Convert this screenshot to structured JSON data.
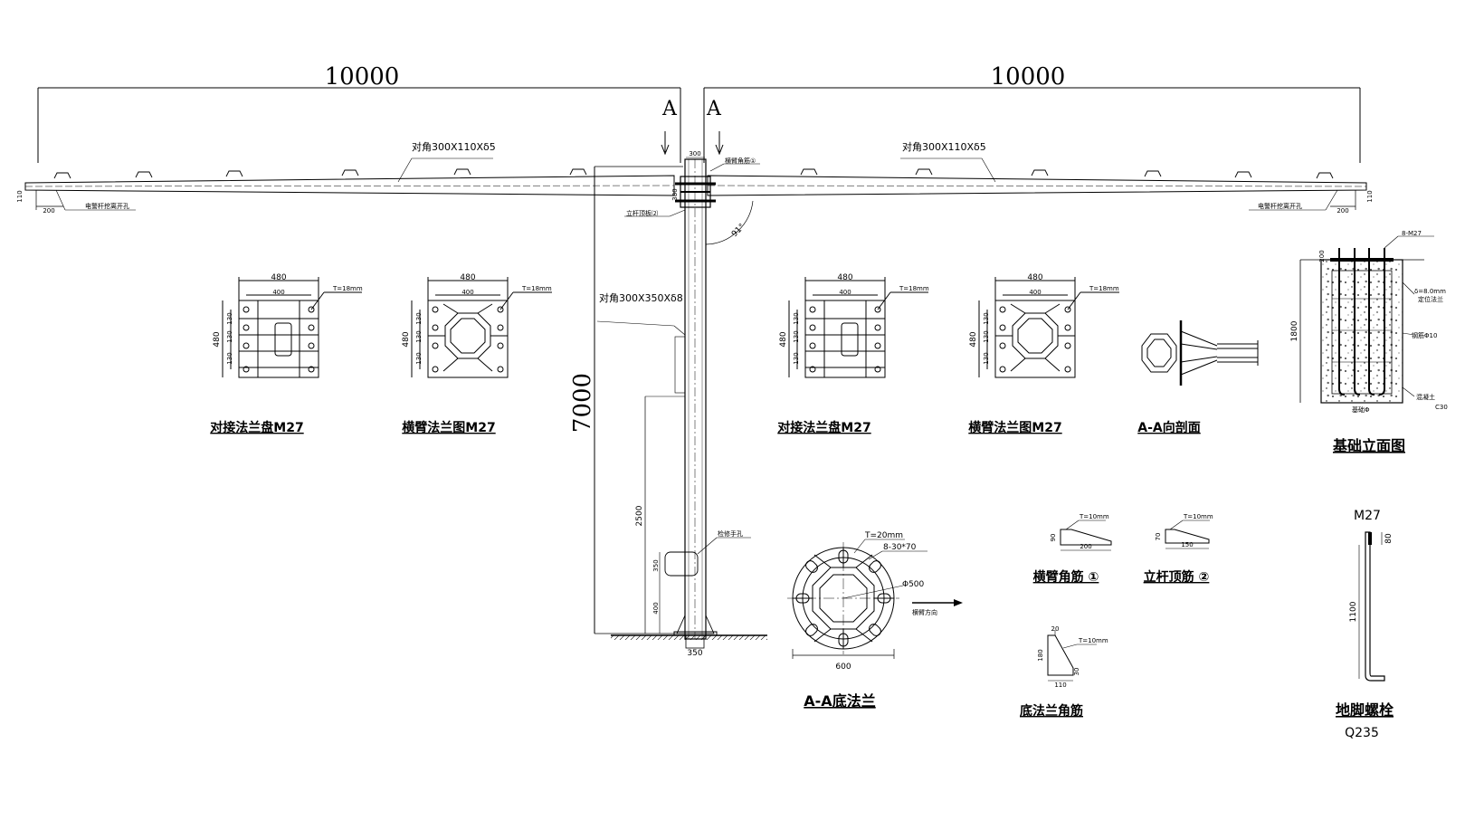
{
  "dims": {
    "span_left": "10000",
    "span_right": "10000",
    "section_mark": "A",
    "pole_height": "7000",
    "door_height": "2500",
    "door_w": "350",
    "pole_base": "350",
    "pole_top": "300",
    "arm_end_h": "110",
    "arm_end_w": "200",
    "angle": "91°",
    "v380": "380",
    "v400": "400"
  },
  "labels": {
    "arm_section_left": "对角300X110Xδ5",
    "arm_section_right": "对角300X110Xδ5",
    "pole_section": "对角300X350Xδ8",
    "signal_hole_left": "电警杆挖离开孔",
    "signal_hole_right": "电警杆挖离开孔",
    "arm_stiffener_callout": "横臂角筋①",
    "pole_stiffener_callout": "立杆顶板⑵",
    "hand_hole": "检修手孔"
  },
  "flanges": {
    "w480": "480",
    "w400": "400",
    "thk": "T=18mm",
    "h480": "480",
    "r130": "130",
    "butt_title": "对接法兰盘M27",
    "arm_title": "横臂法兰图M27"
  },
  "aa_section": {
    "title": "A-A向剖面"
  },
  "foundation": {
    "title": "基础立面图",
    "bolts": "8-M27",
    "depth": "1800",
    "plate": "δ=8.0mm",
    "plate2": "定位法兰",
    "rebar": "钢筋Φ10",
    "concrete": "混凝土",
    "grade": "C30",
    "top": "200",
    "bottom": "基础Φ"
  },
  "base_flange": {
    "thk": "T=20mm",
    "holes": "8-30*70",
    "dia": "Φ500",
    "width": "600",
    "direction": "横臂方向",
    "title": "A-A底法兰"
  },
  "stiffeners": {
    "arm_thk": "T=10mm",
    "arm_h": "90",
    "arm_w": "200",
    "arm_title": "横臂角筋 ①",
    "pole_thk": "T=10mm",
    "pole_h": "70",
    "pole_w": "150",
    "pole_title": "立杆顶筋 ②",
    "base_thk": "T=10mm",
    "base_h": "180",
    "base_top": "20",
    "base_side": "30",
    "base_w": "110",
    "base_title": "底法兰角筋"
  },
  "anchor_bolt": {
    "size": "M27",
    "thread": "80",
    "length": "1100",
    "title": "地脚螺栓",
    "material": "Q235"
  }
}
